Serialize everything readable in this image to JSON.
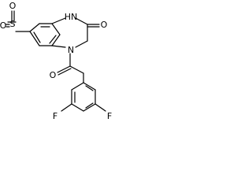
{
  "structure": {
    "atom_labels": {
      "methyl_sulfonyl_o1": "O",
      "sulfur": "S",
      "methyl_sulfonyl_o2": "O",
      "amide_nh": "HN",
      "carbonyl_o_lactam": "O",
      "ring_n": "N",
      "carbonyl_o_acyl": "O",
      "fluorine_left": "F",
      "fluorine_right": "F"
    }
  },
  "colors": {
    "bond": "#000000",
    "text": "#000000",
    "background": "#ffffff"
  }
}
